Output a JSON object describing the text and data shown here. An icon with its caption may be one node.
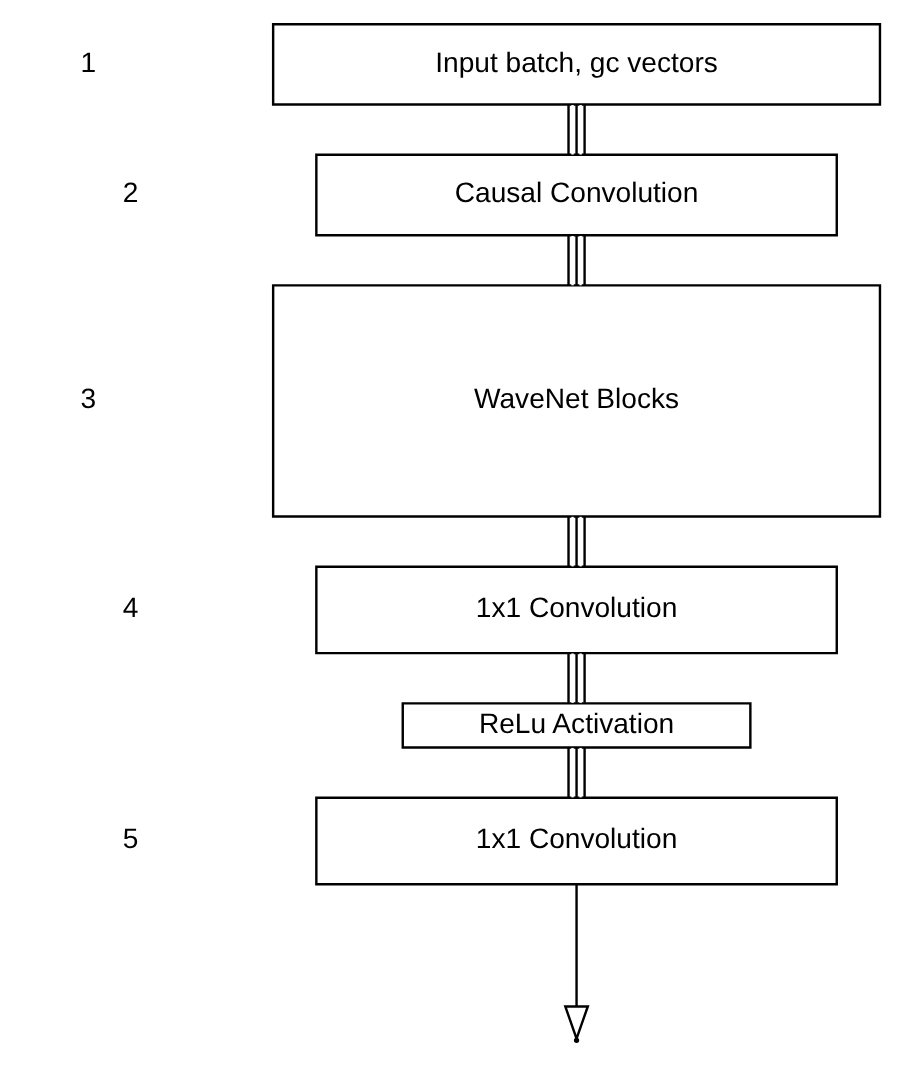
{
  "diagram": {
    "nodes": [
      {
        "text": [
          "Input batch, gc vectors"
        ]
      },
      {
        "text": [
          "Causal Convolution"
        ]
      },
      {
        "text": [
          "WaveNet Blocks"
        ]
      },
      {
        "text": [
          "1x1 Convolution"
        ]
      },
      {
        "text": [
          "ReLu Activation"
        ]
      },
      {
        "text": [
          "1x1 Convolution"
        ]
      }
    ],
    "edges": [
      {
        "from": 0,
        "to": 1,
        "arrow": "none"
      },
      {
        "from": 1,
        "to": 2,
        "arrow": "none"
      },
      {
        "from": 2,
        "to": 3,
        "arrow": "none"
      },
      {
        "from": 3,
        "to": 4,
        "arrow": "none"
      },
      {
        "from": 4,
        "to": 5,
        "arrow": "none"
      },
      {
        "from": 5,
        "to": null,
        "arrow": "to"
      }
    ],
    "labels": [
      "1",
      "2",
      "3",
      "4",
      "5"
    ]
  }
}
